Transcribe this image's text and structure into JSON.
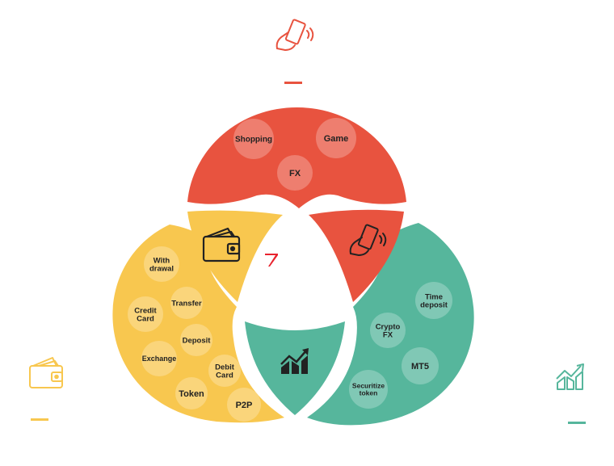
{
  "colors": {
    "red": "#e8533f",
    "yellow": "#f8c74f",
    "green": "#56b69c",
    "bubble": "rgba(255,255,255,0.25)",
    "outline_red": "#e8533f",
    "outline_yellow": "#f8c74f",
    "outline_green": "#56b69c",
    "dark_icon": "#222222"
  },
  "icons": {
    "top_outline": "phone-nfc-icon",
    "left_outline": "wallet-icon",
    "right_outline": "growth-chart-icon",
    "yellow_inner": "wallet-icon",
    "red_inner": "phone-nfc-icon",
    "green_inner": "growth-chart-icon",
    "center": "brand-logo-icon"
  },
  "segments": {
    "red": {
      "bubbles": [
        {
          "id": "shopping",
          "lines": [
            "Shopping"
          ]
        },
        {
          "id": "game",
          "lines": [
            "Game"
          ]
        },
        {
          "id": "fx",
          "lines": [
            "FX"
          ]
        }
      ]
    },
    "yellow": {
      "bubbles": [
        {
          "id": "withdrawal",
          "lines": [
            "With",
            "drawal"
          ]
        },
        {
          "id": "transfer",
          "lines": [
            "Transfer"
          ]
        },
        {
          "id": "credit-card",
          "lines": [
            "Credit",
            "Card"
          ]
        },
        {
          "id": "deposit",
          "lines": [
            "Deposit"
          ]
        },
        {
          "id": "exchange",
          "lines": [
            "Exchange"
          ]
        },
        {
          "id": "debit-card",
          "lines": [
            "Debit",
            "Card"
          ]
        },
        {
          "id": "token",
          "lines": [
            "Token"
          ]
        },
        {
          "id": "p2p",
          "lines": [
            "P2P"
          ]
        }
      ]
    },
    "green": {
      "bubbles": [
        {
          "id": "time-deposit",
          "lines": [
            "Time",
            "deposit"
          ]
        },
        {
          "id": "crypto-fx",
          "lines": [
            "Crypto",
            "FX"
          ]
        },
        {
          "id": "mt5",
          "lines": [
            "MT5"
          ]
        },
        {
          "id": "securitize-token",
          "lines": [
            "Securitize",
            "token"
          ]
        }
      ]
    }
  }
}
